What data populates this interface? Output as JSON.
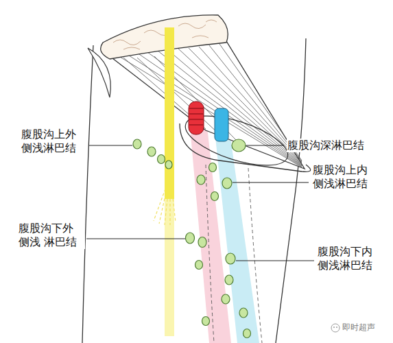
{
  "diagram": {
    "labels": [
      "腹股沟上外 侧浅淋巴结",
      "腹股沟深淋巴结",
      "腹股沟上内 侧浅淋巴结",
      "腹股沟下外 侧浅 淋巴结",
      "腹股沟下内 侧浅淋巴结",
      "即时超声"
    ]
  }
}
